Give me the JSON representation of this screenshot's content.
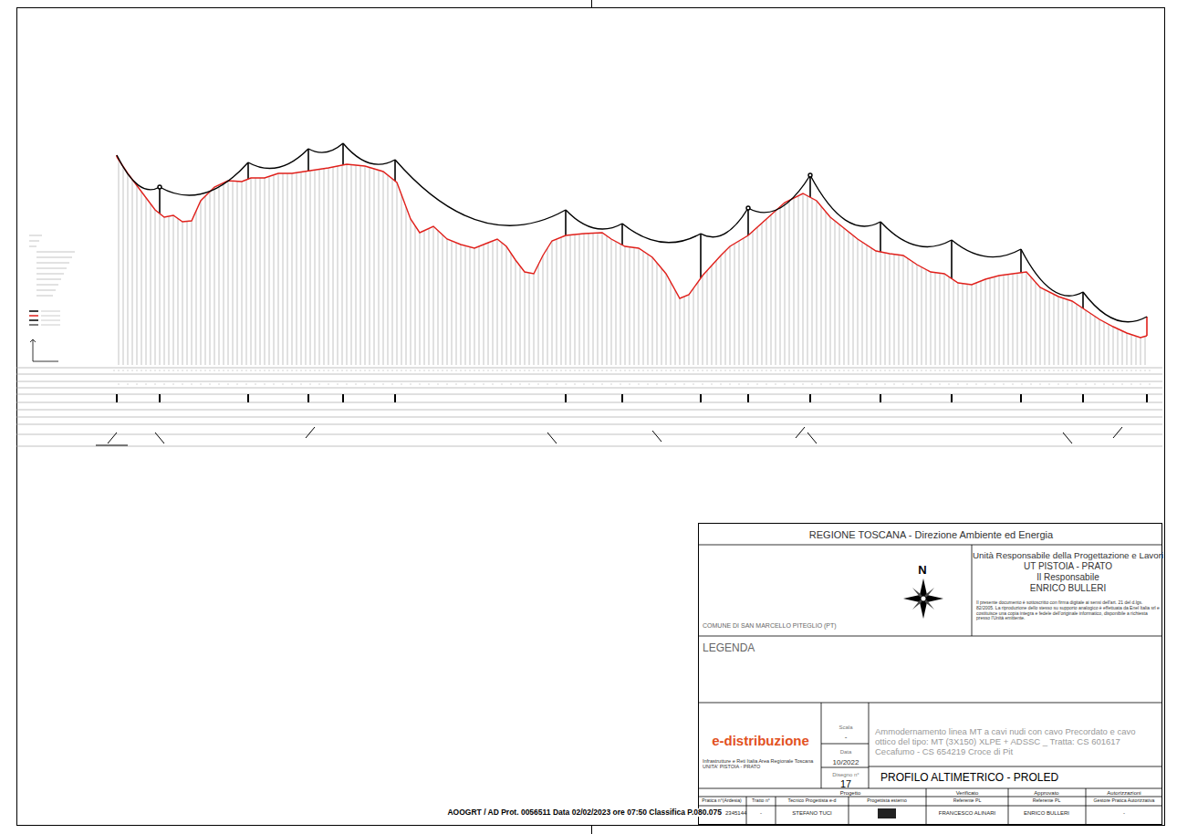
{
  "diagram": {
    "nodes": [
      {
        "text": [
          "REGIONE TOSCANA - Direzione Ambiente ed Energia"
        ]
      },
      {
        "text": [
          "Unità Responsabile della Progettazione e Lavori",
          "UT PISTOIA - PRATO",
          "Il Responsabile",
          "ENRICO BULLERI",
          "Il presente documento è sottoscritto con firma digitale ai sensi dell'art. 21 del d.lgs. 82/2005. La riproduzione dello stesso su supporto analogico è effettuata da Enel Italia srl e costituisce una copia integra e fedele dell'originale informatico, disponibile a richiesta presso l'Unità emittente."
        ],
        "in": 0
      },
      {
        "text": [
          "N",
          "COMUNE DI SAN MARCELLO PITEGLIO (PT)"
        ],
        "in": 0
      },
      {
        "text": [
          "LEGENDA"
        ],
        "in": 0
      },
      {
        "text": [
          "e-distribuzione",
          "Infrastrutture e Reti Italia Area Regionale Toscana UNITA' PISTOIA - PRATO"
        ],
        "in": 0
      },
      {
        "text": [
          "Scala",
          "-",
          "Data",
          "10/2022",
          "Disegno n°",
          "17"
        ],
        "in": 0
      },
      {
        "text": [
          "Ammodernamento linea MT a cavi nudi con cavo Precordato e cavo ottico del tipo: MT (3X150) XLPE + ADSSC _ Tratta: CS 601617 Cecafumo - CS 654219 Croce di Pit",
          "PROFILO ALTIMETRICO - PROLED"
        ],
        "in": 0
      }
    ],
    "labels": [
      "Progetto",
      "Verificato",
      "Approvato",
      "Autorizzazioni",
      "Pratica n°(Ardesia)",
      "Tratto n°",
      "Tecnico Progettista e-d",
      "Progettista esterno",
      "Referente PL",
      "Referente PL",
      "Gestore Pratica Autorizzativa",
      "2345144",
      "-",
      "STEFANO TUCI",
      "FRANCESCO ALINARI",
      "ENRICO BULLERI",
      "-",
      "AOOGRT / AD Prot. 0056511 Data 02/02/2023 ore 07:50 Classifica P.080.075"
    ]
  }
}
